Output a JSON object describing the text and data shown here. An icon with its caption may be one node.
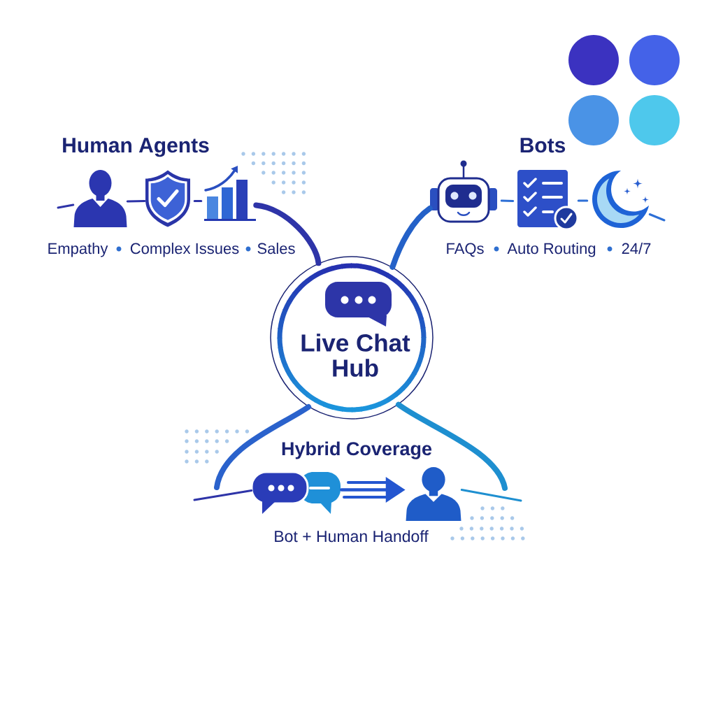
{
  "diagram": {
    "nodes": [
      {
        "text": [],
        "shape": "person"
      },
      {
        "text": [],
        "shape": "picture"
      },
      {
        "text": [],
        "shape": "picture"
      },
      {
        "text": [],
        "shape": "picture"
      },
      {
        "text": [],
        "shape": "picture"
      },
      {
        "text": [],
        "shape": "picture"
      },
      {
        "text": [
          "Live Chat Hub"
        ]
      },
      {
        "text": [],
        "shape": "picture"
      },
      {
        "text": [],
        "shape": "person"
      }
    ],
    "edges": [
      {
        "from": null,
        "to": 0,
        "arrow": "none"
      },
      {
        "from": 0,
        "to": 1,
        "arrow": "none"
      },
      {
        "from": 1,
        "to": 2,
        "arrow": "none"
      },
      {
        "from": 3,
        "to": 4,
        "arrow": "none",
        "color": "#2d6fd6"
      },
      {
        "from": 4,
        "to": 5,
        "arrow": "none",
        "color": "#2d6fd6"
      },
      {
        "from": 5,
        "to": null,
        "arrow": "none",
        "color": "#2d6fd6"
      },
      {
        "from": 6,
        "to": 2,
        "arrow": "none",
        "style": "thick"
      },
      {
        "from": 6,
        "to": 3,
        "arrow": "none",
        "style": "thick",
        "color": "#2461c8"
      },
      {
        "from": 6,
        "to": null,
        "arrow": "none",
        "style": "thick",
        "color": "#2a62cc"
      },
      {
        "from": 6,
        "to": null,
        "arrow": "none",
        "style": "thick",
        "color": "#1e8fd0"
      },
      {
        "from": null,
        "to": 7,
        "arrow": "none"
      },
      {
        "from": 7,
        "to": 8,
        "arrow": "to",
        "color": "#2456d0"
      },
      {
        "from": 8,
        "to": null,
        "arrow": "none",
        "color": "#1e8fd0"
      }
    ],
    "labels": [
      "Human Agents",
      "Bots",
      "Empathy",
      "Complex Issues",
      "Sales",
      "FAQs",
      "Auto Routing",
      "24/7",
      "Hybrid Coverage",
      "Bot + Human Handoff"
    ]
  }
}
